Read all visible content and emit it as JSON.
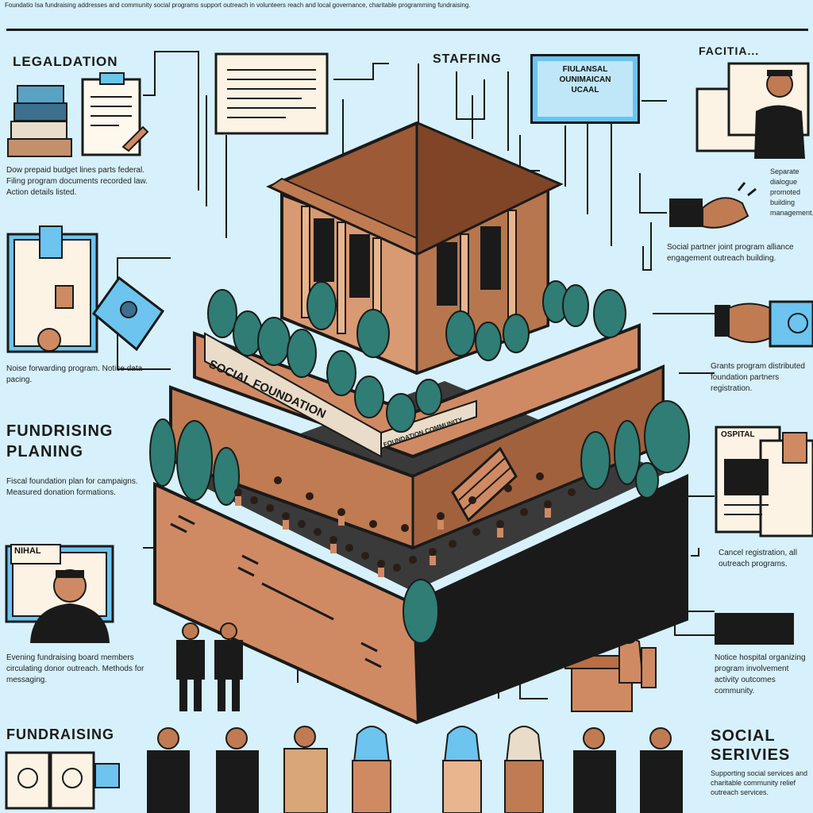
{
  "header": {
    "caption": "Foundatio Isa fundraising addresses and community social programs support outreach in volunteers reach and local governance, charitable programming fundraising."
  },
  "sections": {
    "legislation": {
      "title": "LEGALDATION",
      "text": "Dow prepaid budget lines parts federal. Filing program documents recorded law. Action details listed."
    },
    "docs": {
      "text": "Noise forwarding program. Notice data pacing."
    },
    "fundraising_planning": {
      "title": "FUNDRISING PLANING",
      "text": "Fiscal foundation plan for campaigns. Measured donation formations."
    },
    "initial": {
      "badge": "NIHAL",
      "text": "Evening fundraising board members circulating donor outreach. Methods for messaging."
    },
    "fundraising": {
      "title": "FUNDRAISING"
    },
    "staffing": {
      "title": "STAFFING",
      "board_lines": [
        "FIULANSAL",
        "OUNIMAICAN",
        "UCAAL"
      ]
    },
    "facilities": {
      "title": "FACITIA...",
      "text": "Separate dialogue promoted building management."
    },
    "partnership": {
      "text": "Social partner joint program alliance engagement outreach building."
    },
    "grants": {
      "text": "Grants program distributed foundation partners registration."
    },
    "hospital": {
      "label": "OSPITAL",
      "text": "Cancel registration, all outreach programs."
    },
    "office": {
      "text": "Notice hospital organizing program involvement activity outcomes community."
    },
    "social_services": {
      "title": "SOCIAL SERIVIES",
      "text": "Supporting social services and charitable community relief outreach services."
    }
  },
  "building": {
    "sign": "SOCIAL FOUNDATION",
    "plaque": "FOUNDATION COMMUNITY"
  },
  "colors": {
    "background": "#d6f1fb",
    "brick": "#d08a63",
    "roof": "#9d5a36",
    "tree": "#2f7d74",
    "ink": "#1a1a1a",
    "board": "#6cc4ef"
  }
}
